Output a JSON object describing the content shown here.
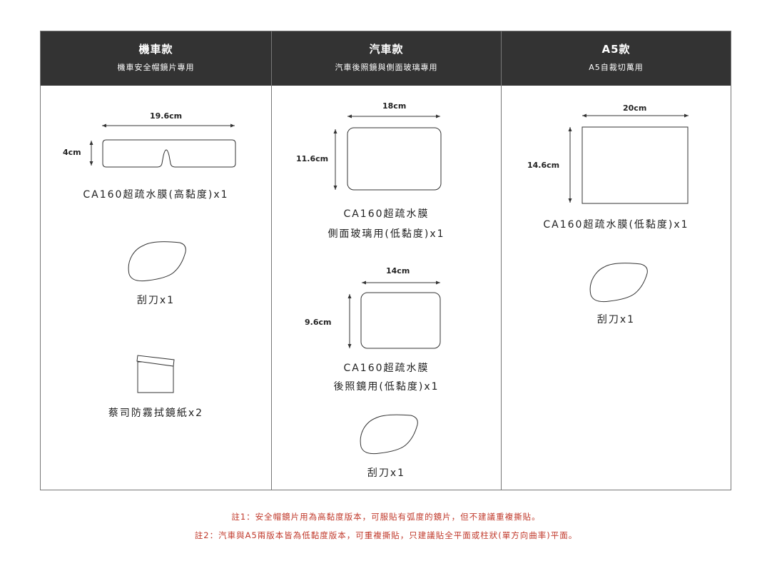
{
  "columns": [
    {
      "title": "機車款",
      "subtitle": "機車安全帽鏡片專用",
      "film": {
        "width": "19.6cm",
        "height": "4cm",
        "label": "CA160超疏水膜(高黏度)x1"
      },
      "scraper_label": "刮刀x1",
      "wipe_label": "蔡司防霧拭鏡紙x2"
    },
    {
      "title": "汽車款",
      "subtitle": "汽車後照鏡與側面玻璃專用",
      "film_side": {
        "width": "18cm",
        "height": "11.6cm",
        "label_line1": "CA160超疏水膜",
        "label_line2": "側面玻璃用(低黏度)x1"
      },
      "film_mirror": {
        "width": "14cm",
        "height": "9.6cm",
        "label_line1": "CA160超疏水膜",
        "label_line2": "後照鏡用(低黏度)x1"
      },
      "scraper_label": "刮刀x1"
    },
    {
      "title": "A5款",
      "subtitle": "A5自裁切萬用",
      "film": {
        "width": "20cm",
        "height": "14.6cm",
        "label": "CA160超疏水膜(低黏度)x1"
      },
      "scraper_label": "刮刀x1"
    }
  ],
  "notes": [
    "註1：安全帽鏡片用為高黏度版本，可服貼有弧度的鏡片，但不建議重複撕貼。",
    "註2：汽車與A5兩版本皆為低黏度版本，可重複撕貼，只建議貼全平面或柱狀(單方向曲率)平面。"
  ],
  "colors": {
    "header_bg": "#333333",
    "note_text": "#c0392b",
    "border": "#777777"
  }
}
